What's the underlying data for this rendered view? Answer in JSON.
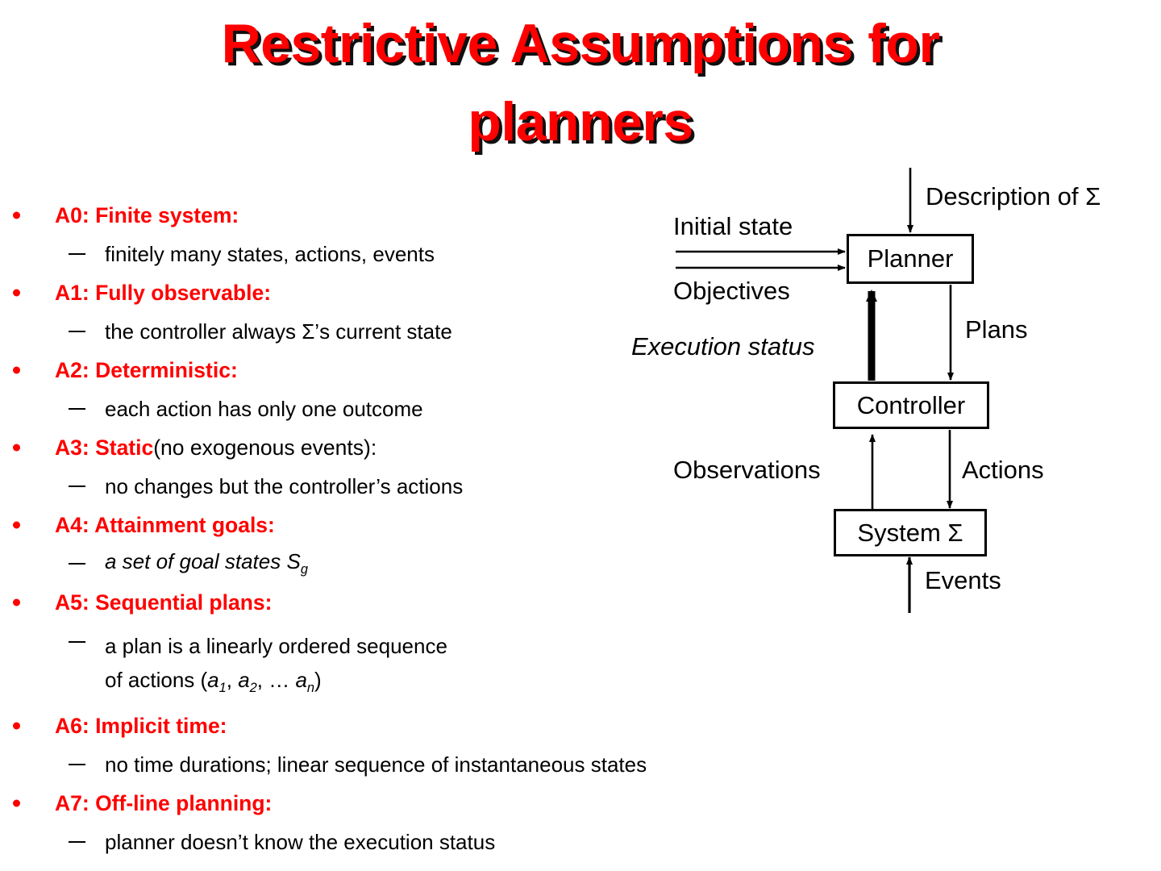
{
  "slide": {
    "title": "Restrictive Assumptions for\nplanners",
    "title_color": "#FF0000",
    "title_shadow_color": "#101010",
    "background": "#FFFFFF"
  },
  "bullets": [
    {
      "level": 1,
      "head": "A0: Finite system:",
      "head_color": "#FF0000",
      "tail": ""
    },
    {
      "level": 2,
      "text": "finitely many states, actions, events"
    },
    {
      "level": 1,
      "head": "A1: Fully observable:",
      "head_color": "#FF0000",
      "tail": ""
    },
    {
      "level": 2,
      "text": "the controller always Σ’s current state"
    },
    {
      "level": 1,
      "head": "A2: Deterministic:",
      "head_color": "#FF0000",
      "tail": ""
    },
    {
      "level": 2,
      "text": "each action has only one outcome"
    },
    {
      "level": 1,
      "head": "A3: Static",
      "head_color": "#FF0000",
      "tail": " (no exogenous events):"
    },
    {
      "level": 2,
      "text": "no changes but the controller’s actions"
    },
    {
      "level": 1,
      "head": "A4: Attainment goals:",
      "head_color": "#FF0000",
      "tail": ""
    },
    {
      "level": 2,
      "text": "a set of goal states S",
      "sub": "g"
    },
    {
      "level": 1,
      "head": "A5: Sequential plans:",
      "head_color": "#FF0000",
      "tail": ""
    },
    {
      "level": 2,
      "line1": "a plan is a linearly ordered sequence",
      "line2_pre": "of actions (",
      "line2_a1": "a",
      "line2_s1": "1",
      "line2_mid1": ", ",
      "line2_a2": "a",
      "line2_s2": "2",
      "line2_mid2": ", … ",
      "line2_a3": "a",
      "line2_s3": "n",
      "line2_post": ")"
    },
    {
      "level": 1,
      "head": "A6: Implicit time:",
      "head_color": "#FF0000",
      "tail": ""
    },
    {
      "level": 2,
      "text": "no time durations; linear sequence of instantaneous states"
    },
    {
      "level": 1,
      "head": "A7: Off-line planning:",
      "head_color": "#FF0000",
      "tail": ""
    },
    {
      "level": 2,
      "text": "planner doesn’t know the execution status"
    }
  ],
  "diagram": {
    "boxes": {
      "planner": "Planner",
      "controller": "Controller",
      "system": "System Σ"
    },
    "labels": {
      "description": "Description of Σ",
      "initial_state": "Initial state",
      "objectives": "Objectives",
      "execution_status": "Execution status",
      "plans": "Plans",
      "observations": "Observations",
      "actions": "Actions",
      "events": "Events"
    },
    "stroke_color": "#000000"
  }
}
